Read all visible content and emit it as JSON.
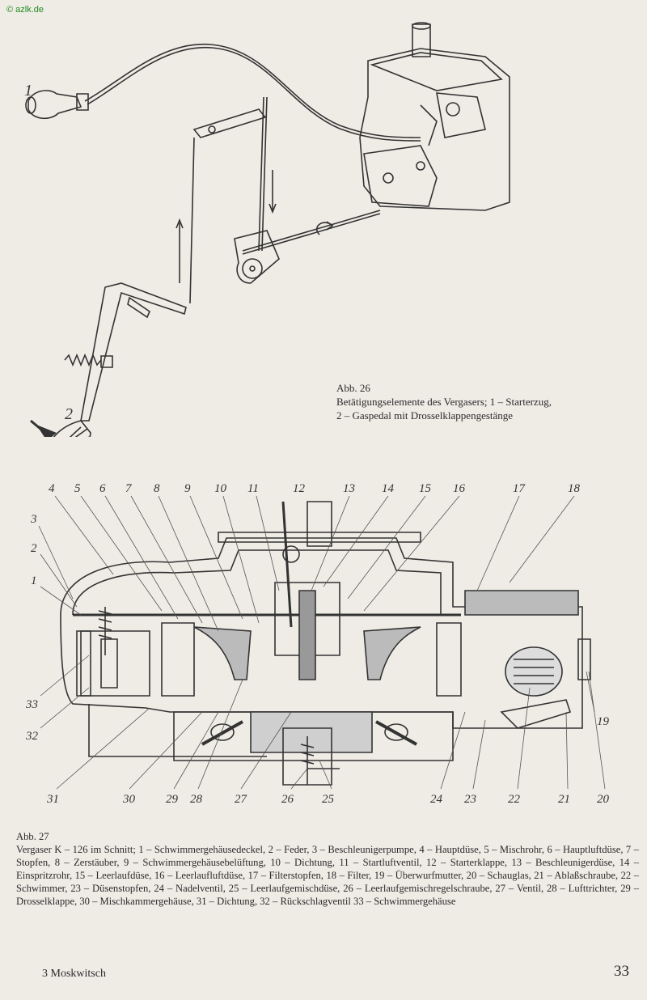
{
  "watermark": "© azlk.de",
  "figure26": {
    "part_labels": [
      "1",
      "2"
    ],
    "caption_title": "Abb. 26",
    "caption_lines": [
      "Betätigungselemente des Vergasers; 1 – Starterzug,",
      "2 – Gaspedal mit Drosselklappengestänge"
    ]
  },
  "figure27": {
    "top_labels": [
      "4",
      "5",
      "6",
      "7",
      "8",
      "9",
      "10",
      "11",
      "12",
      "13",
      "14",
      "15",
      "16",
      "17",
      "18"
    ],
    "left_labels": [
      "3",
      "2",
      "1",
      "33",
      "32"
    ],
    "right_labels": [
      "19"
    ],
    "bottom_labels": [
      "31",
      "30",
      "29",
      "28",
      "27",
      "26",
      "25",
      "24",
      "23",
      "22",
      "21",
      "20"
    ],
    "caption_title": "Abb. 27",
    "caption_text": "Vergaser K – 126 im Schnitt; 1 – Schwimmergehäusedeckel, 2 – Feder, 3 – Beschleunigerpumpe, 4 – Hauptdüse, 5 – Mischrohr, 6 – Hauptluftdüse, 7 – Stopfen, 8 – Zerstäuber, 9 – Schwimmergehäusebelüftung, 10 – Dichtung, 11 – Startluftventil, 12 – Starterklappe, 13 – Beschleunigerdüse, 14 – Einspritzrohr, 15 – Leerlaufdüse, 16 – Leerlaufluftdüse, 17 – Filterstopfen, 18 – Filter, 19 – Überwurfmutter, 20 – Schauglas, 21 – Ablaßschraube, 22 – Schwimmer, 23 – Düsenstopfen, 24 – Nadelventil, 25 – Leerlaufgemischdüse, 26 – Leerlaufgemischregelschraube, 27 – Ventil, 28 – Lufttrichter, 29 – Drosselklappe, 30 – Mischkammergehäuse, 31 – Dichtung, 32 – Rückschlagventil 33 – Schwimmergehäuse"
  },
  "footer": {
    "left": "3 Moskwitsch",
    "page_number": "33"
  }
}
